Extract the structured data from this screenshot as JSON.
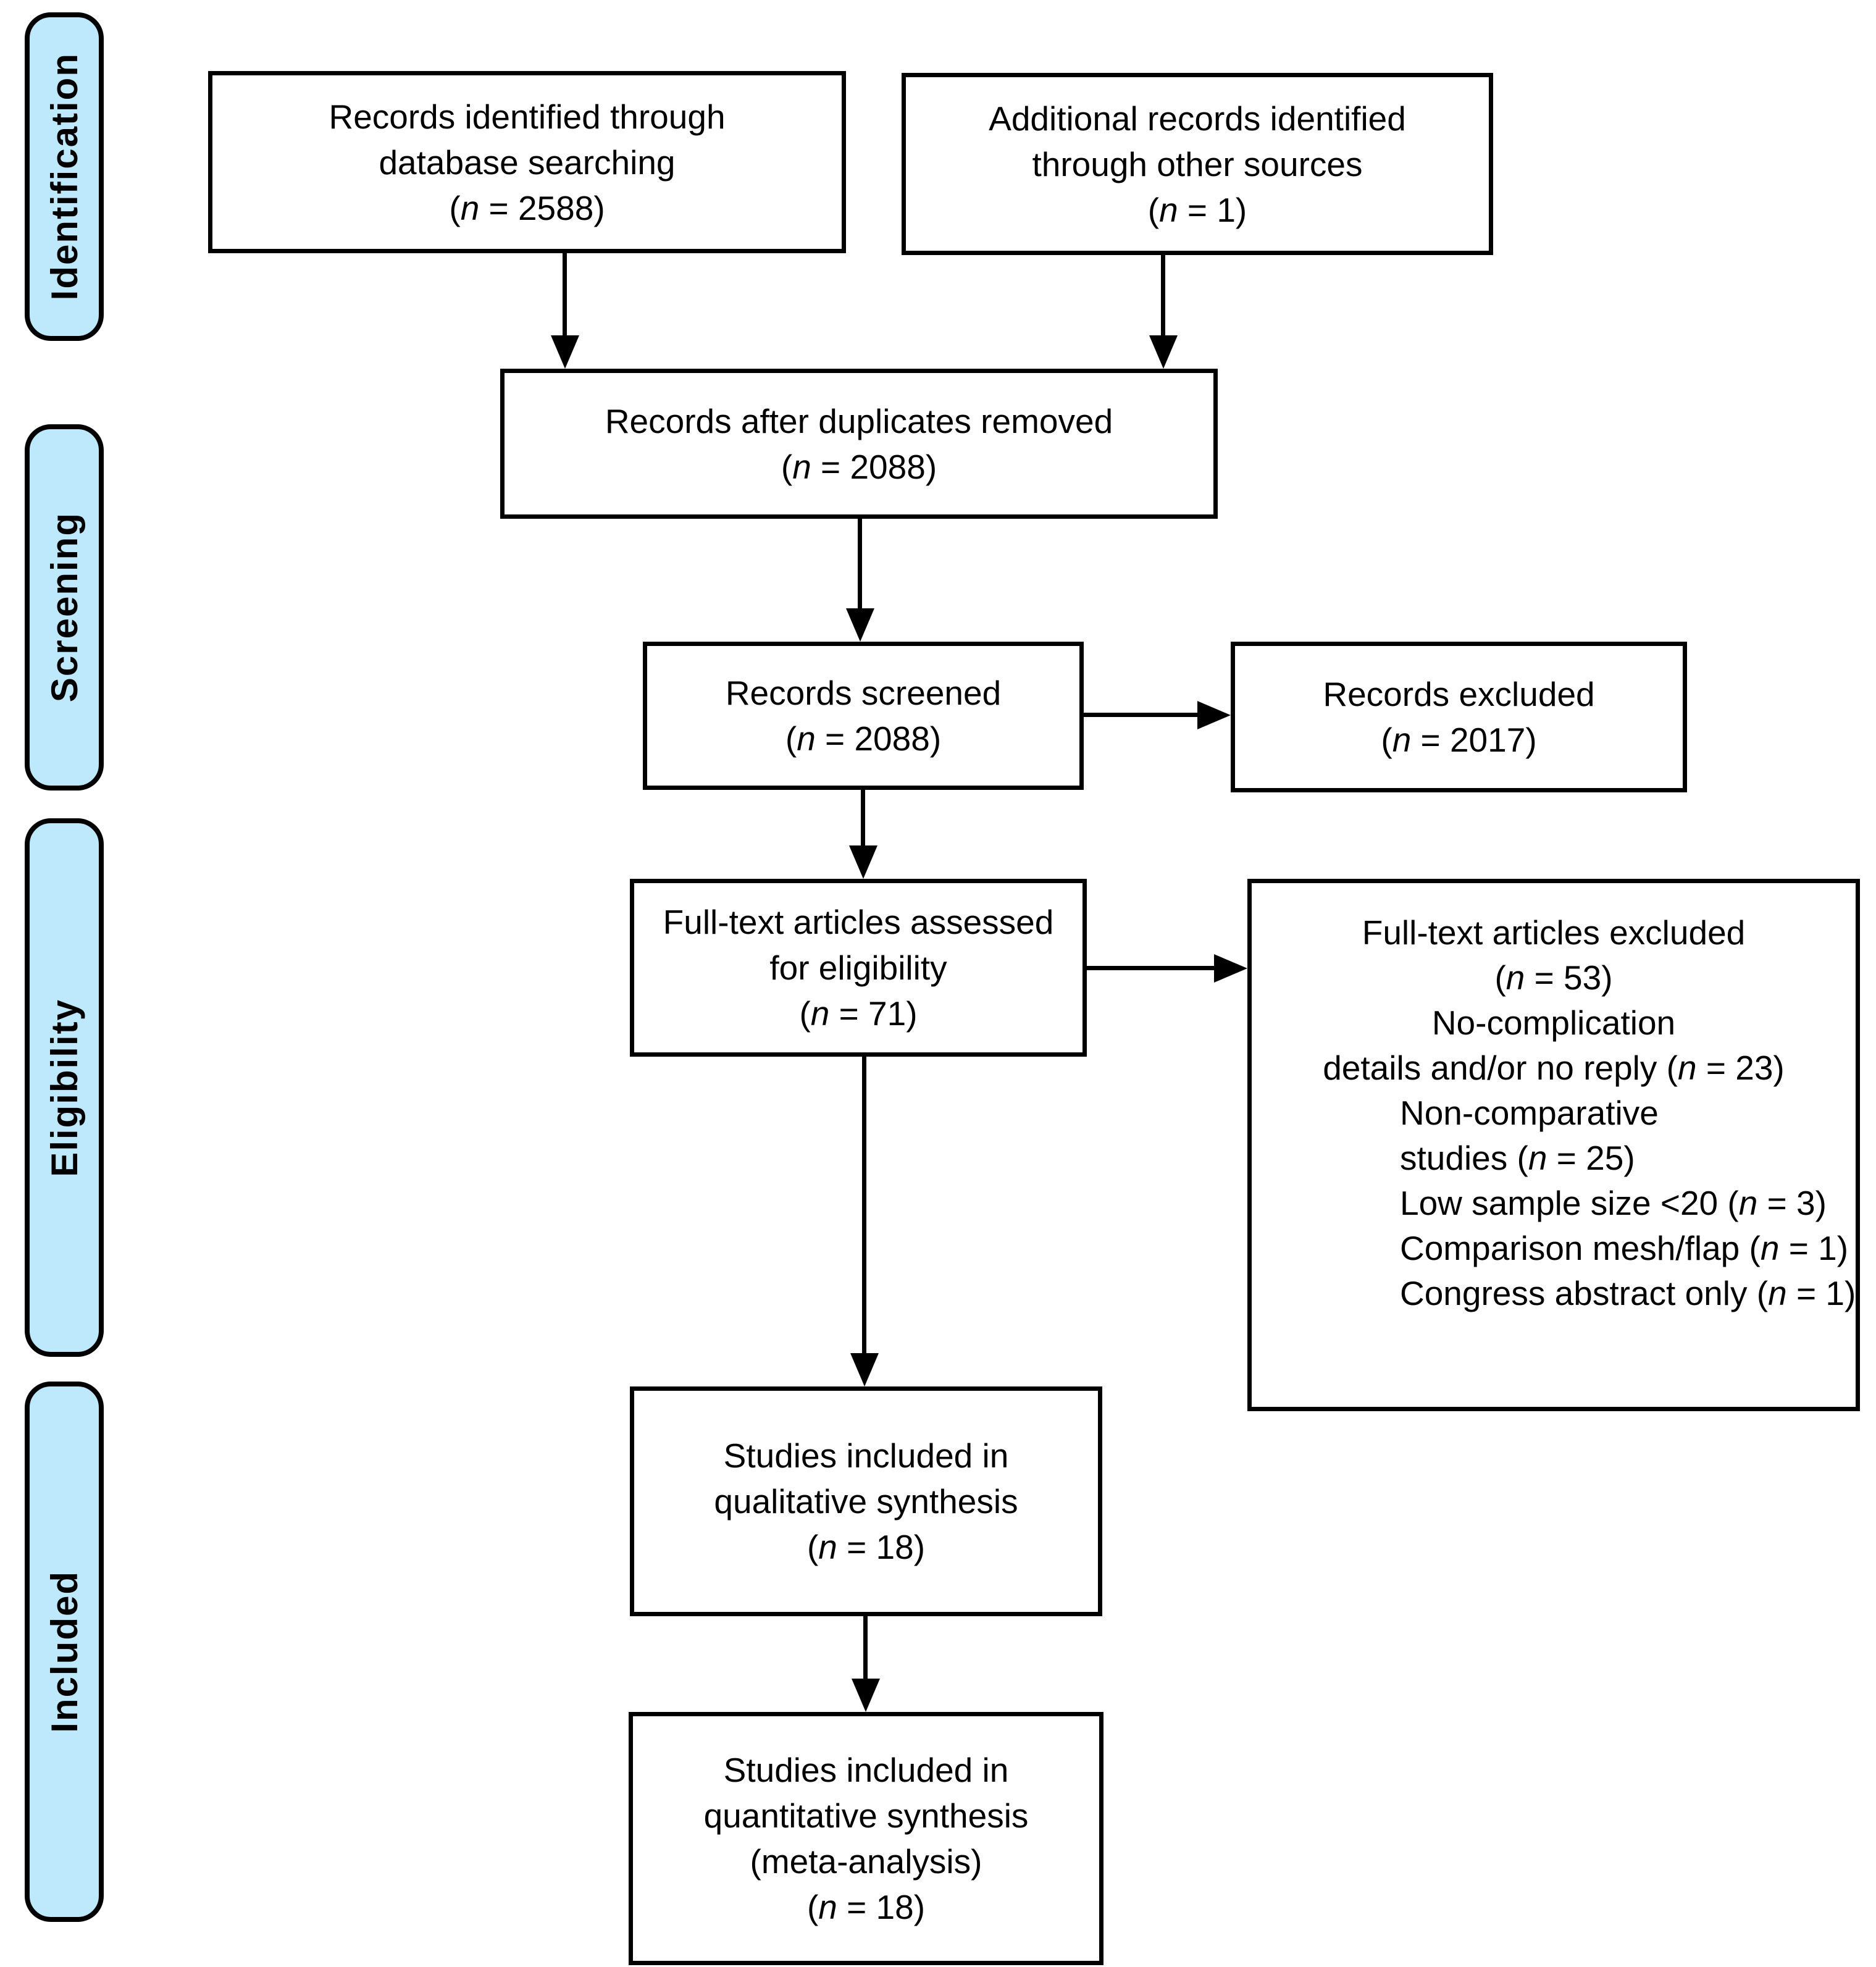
{
  "colors": {
    "stage_fill": "#bee8fb",
    "stroke": "#000000",
    "box_fill": "#ffffff"
  },
  "sidebar": {
    "stages": [
      {
        "label": "Identification"
      },
      {
        "label": "Screening"
      },
      {
        "label": "Eligibility"
      },
      {
        "label": "Included"
      }
    ]
  },
  "boxes": {
    "identified": {
      "lines": [
        "Records identified through",
        "database searching",
        "(n = 2588)"
      ]
    },
    "additional": {
      "lines": [
        "Additional records identified",
        "through other sources",
        "(n = 1)"
      ]
    },
    "deduplicated": {
      "lines": [
        "Records after duplicates removed",
        "(n = 2088)"
      ]
    },
    "screened": {
      "lines": [
        "Records screened",
        "(n = 2088)"
      ]
    },
    "records_excluded": {
      "lines": [
        "Records excluded",
        "(n = 2017)"
      ]
    },
    "fulltext_assessed": {
      "lines": [
        "Full-text articles assessed",
        "for eligibility",
        "(n = 71)"
      ]
    },
    "fulltext_excluded": {
      "lines": [
        "Full-text articles excluded",
        "(n = 53)",
        "No-complication",
        "details and/or no reply (n = 23)",
        "Non-comparative",
        "studies (n = 25)",
        "Low sample size <20 (n = 3)",
        "Comparison mesh/flap (n = 1)",
        "Congress abstract only (n = 1)"
      ]
    },
    "qualitative": {
      "lines": [
        "Studies included in",
        "qualitative synthesis",
        "(n = 18)"
      ]
    },
    "quantitative": {
      "lines": [
        "Studies included in",
        "quantitative synthesis",
        "(meta-analysis)",
        "(n = 18)"
      ]
    }
  }
}
